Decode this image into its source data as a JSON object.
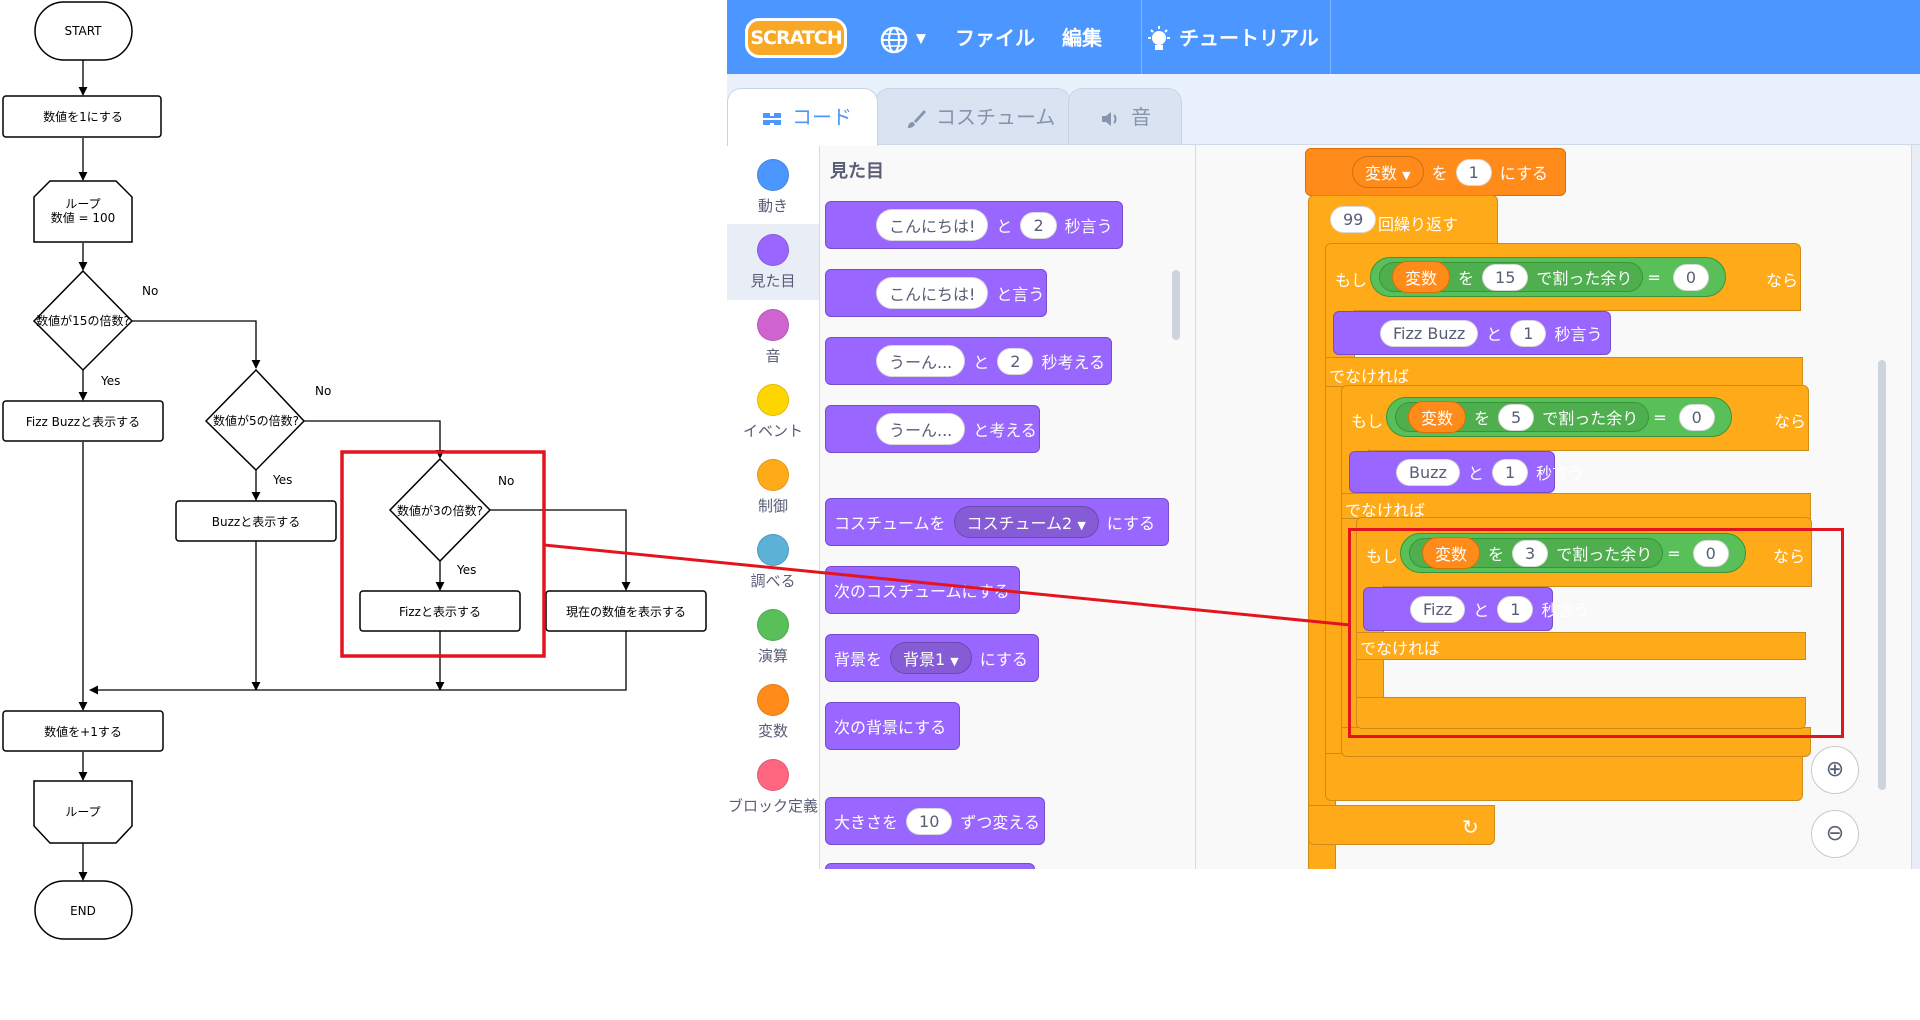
{
  "flowchart": {
    "start": "START",
    "init": "数値を1にする",
    "loop_start_1": "ループ",
    "loop_start_2": "数値 = 100",
    "cond15": "数値が15の倍数?",
    "cond5": "数値が5の倍数?",
    "cond3": "数値が3の倍数?",
    "yes": "Yes",
    "no": "No",
    "fizzbuzz": "Fizz Buzzと表示する",
    "buzz": "Buzzと表示する",
    "fizz": "Fizzと表示する",
    "show_num": "現在の数値を表示する",
    "increment": "数値を+1する",
    "loop_end": "ループ",
    "end": "END"
  },
  "scratch": {
    "logo": "SCRATCH",
    "menu": {
      "file": "ファイル",
      "edit": "編集",
      "tutorial": "チュートリアル"
    },
    "tabs": {
      "code": "コード",
      "costume": "コスチューム",
      "sound": "音"
    },
    "categories": [
      {
        "label": "動き",
        "color": "#4c97ff"
      },
      {
        "label": "見た目",
        "color": "#9966ff"
      },
      {
        "label": "音",
        "color": "#cf63cf"
      },
      {
        "label": "イベント",
        "color": "#ffd500"
      },
      {
        "label": "制御",
        "color": "#ffab19"
      },
      {
        "label": "調べる",
        "color": "#5cb1d6"
      },
      {
        "label": "演算",
        "color": "#59c059"
      },
      {
        "label": "変数",
        "color": "#ff8c1a"
      },
      {
        "label": "ブロック定義",
        "color": "#ff6680"
      }
    ],
    "palette": {
      "heading": "見た目",
      "say_for": {
        "hello": "こんにちは!",
        "to": "と",
        "secs": "2",
        "say_secs": "秒言う"
      },
      "say": {
        "hello": "こんにちは!",
        "say": "と言う"
      },
      "think_for": {
        "hmm": "うーん...",
        "to": "と",
        "secs": "2",
        "think_secs": "秒考える"
      },
      "think": {
        "hmm": "うーん...",
        "think": "と考える"
      },
      "switch_costume": {
        "prefix": "コスチュームを",
        "value": "コスチューム2",
        "suffix": "にする"
      },
      "next_costume": "次のコスチュームにする",
      "switch_backdrop": {
        "prefix": "背景を",
        "value": "背景1",
        "suffix": "にする"
      },
      "next_backdrop": "次の背景にする",
      "change_size": {
        "prefix": "大きさを",
        "value": "10",
        "suffix": "ずつ変える"
      }
    },
    "script": {
      "set_var": {
        "var": "変数",
        "wo": "を",
        "value": "1",
        "suffix": "にする"
      },
      "repeat": {
        "count": "99",
        "label": "回繰り返す"
      },
      "if_label": "もし",
      "then_label": "なら",
      "else_label": "でなければ",
      "mod_text": "で割った余り",
      "wo": "を",
      "eq": "=",
      "var": "変数",
      "if1": {
        "divisor": "15",
        "result": "0"
      },
      "say1": {
        "text": "Fizz Buzz",
        "to": "と",
        "secs": "1",
        "say": "秒言う"
      },
      "if2": {
        "divisor": "5",
        "result": "0"
      },
      "say2": {
        "text": "Buzz",
        "to": "と",
        "secs": "1",
        "say": "秒言う"
      },
      "if3": {
        "divisor": "3",
        "result": "0"
      },
      "say3": {
        "text": "Fizz",
        "to": "と",
        "secs": "1",
        "say": "秒言う"
      }
    }
  },
  "colors": {
    "highlight": "#e3141e",
    "menubar": "#4c97ff",
    "looks": "#9966ff",
    "control": "#ffab19",
    "operators": "#59c059",
    "variables": "#ff8c1a"
  }
}
